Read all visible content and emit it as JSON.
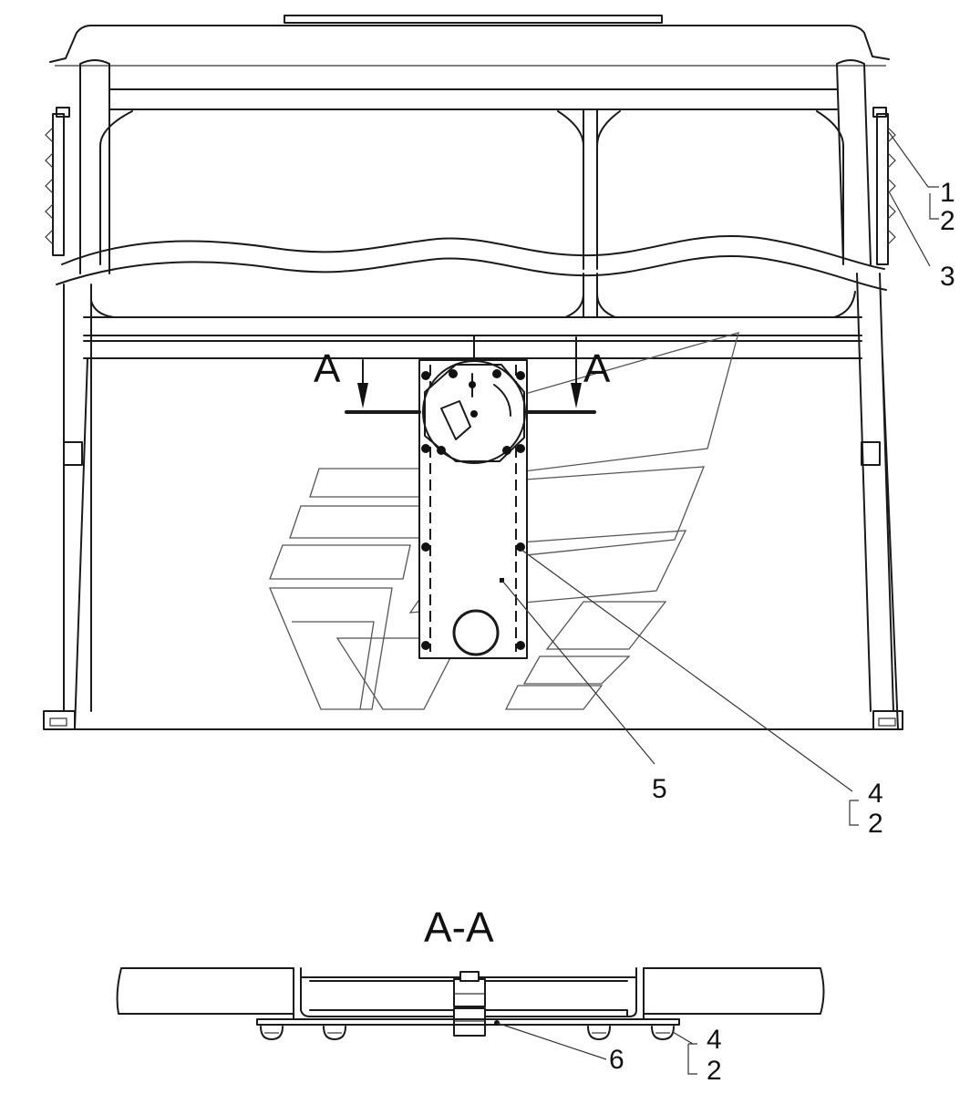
{
  "drawing": {
    "section_markers": {
      "left": "A",
      "right": "A"
    },
    "section_title": "A-A",
    "callouts": {
      "c1": "1",
      "c2a": "2",
      "c3": "3",
      "c4": "4",
      "c2b": "2",
      "c5": "5",
      "c6": "6",
      "c4b": "4",
      "c2c": "2"
    }
  }
}
